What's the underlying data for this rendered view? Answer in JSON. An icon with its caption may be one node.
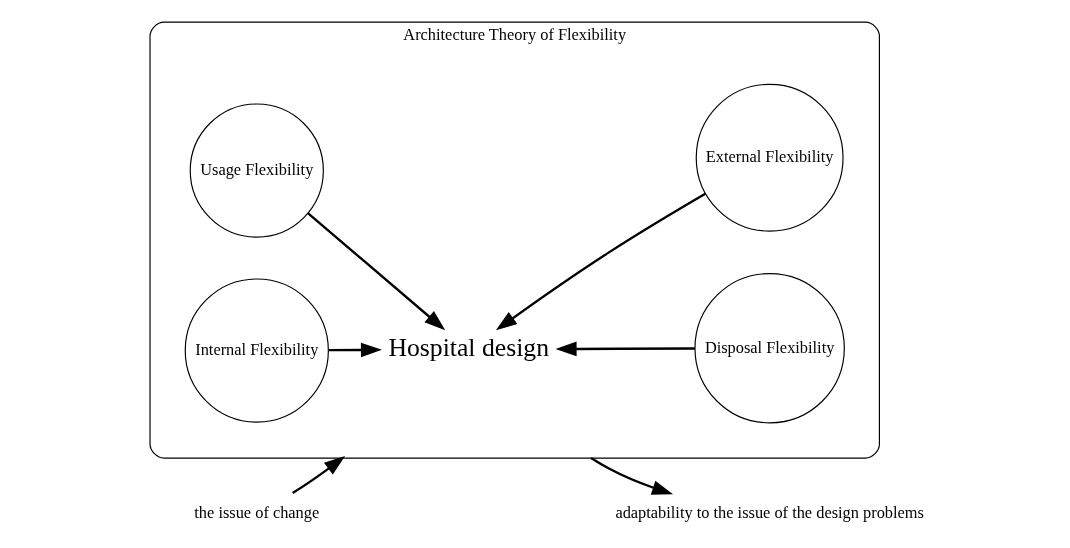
{
  "diagram": {
    "nodes": [
      {
        "text": [
          "Architecture Theory of Flexibility"
        ]
      },
      {
        "text": [
          "Usage Flexibility"
        ],
        "in": 0
      },
      {
        "text": [
          "Disposal Flexibility"
        ],
        "in": 0
      },
      {
        "text": [
          "Hospital design"
        ],
        "in": 0
      },
      {
        "text": [
          "Internal Flexibility"
        ],
        "in": 0
      },
      {
        "text": [
          "External Flexibility"
        ],
        "in": 0
      },
      {
        "text": [
          "the issue of change"
        ]
      },
      {
        "text": [
          "adaptability to the issue of the design problems"
        ]
      }
    ],
    "edges": [
      {
        "from": 1,
        "to": 3,
        "arrow": "to"
      },
      {
        "from": 2,
        "to": 3,
        "arrow": "to"
      },
      {
        "from": 4,
        "to": 3,
        "arrow": "to"
      },
      {
        "from": 5,
        "to": 3,
        "arrow": "to"
      },
      {
        "from": 6,
        "to": 0,
        "arrow": "to"
      },
      {
        "from": 0,
        "to": 7,
        "arrow": "to"
      }
    ]
  }
}
